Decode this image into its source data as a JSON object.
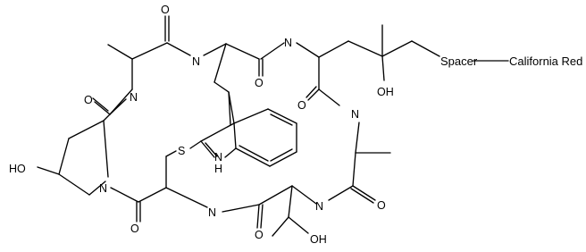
{
  "atom_labels": {
    "o_top": "O",
    "n_top_left": "N",
    "n_top_mid": "N",
    "o_amide_top": "O",
    "n_left": "N",
    "o_left": "O",
    "oh_right": "OH",
    "o_right": "O",
    "n_right": "N",
    "s": "S",
    "nh_indole": "N",
    "h_indole": "H",
    "ho_left": "HO",
    "n_pro": "N",
    "o_bottom_left": "O",
    "n_bottom_mid": "N",
    "o_bottom": "O",
    "n_bottom_right": "N",
    "o_bottom_right": "O",
    "oh_bottom": "OH"
  },
  "labels": {
    "spacer": "Spacer",
    "dye": "California Red"
  }
}
